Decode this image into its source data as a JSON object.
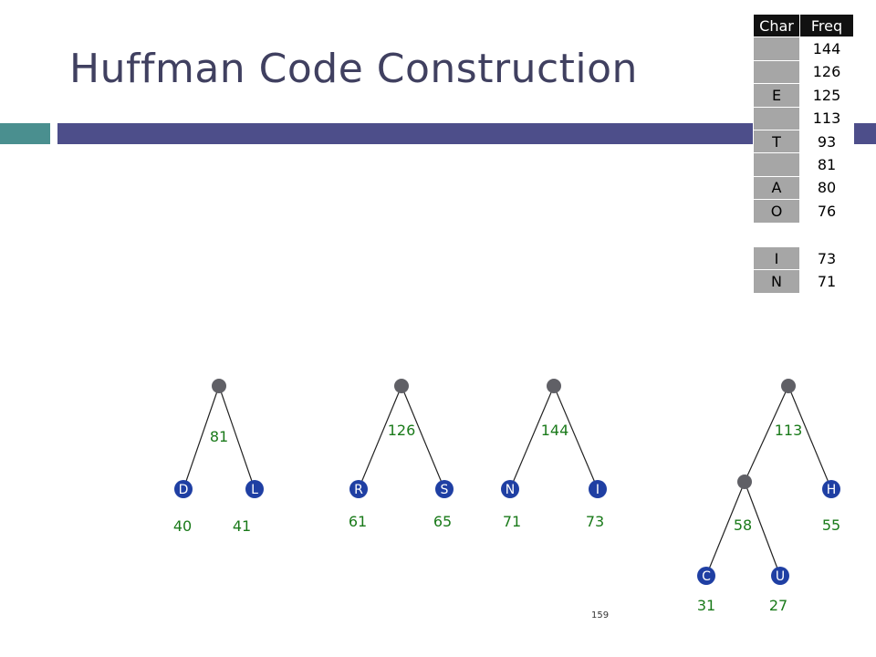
{
  "title": "Huffman Code Construction",
  "colors": {
    "accent_teal": "#4a8f8f",
    "accent_navy": "#4d4e8a",
    "leaf_blue": "#1f3fa3",
    "weight_green": "#1a7a1a"
  },
  "table": {
    "headers": [
      "Char",
      "Freq"
    ],
    "rows": [
      {
        "char": "",
        "freq": "144"
      },
      {
        "char": "",
        "freq": "126"
      },
      {
        "char": "E",
        "freq": "125"
      },
      {
        "char": "",
        "freq": "113"
      },
      {
        "char": "T",
        "freq": "93"
      },
      {
        "char": "",
        "freq": "81"
      },
      {
        "char": "A",
        "freq": "80"
      },
      {
        "char": "O",
        "freq": "76"
      }
    ],
    "rows2": [
      {
        "char": "I",
        "freq": "73"
      },
      {
        "char": "N",
        "freq": "71"
      }
    ]
  },
  "trees": {
    "t1": {
      "root": "81",
      "left": {
        "char": "D",
        "weight": "40"
      },
      "right": {
        "char": "L",
        "weight": "41"
      }
    },
    "t2": {
      "root": "126",
      "left": {
        "char": "R",
        "weight": "61"
      },
      "right": {
        "char": "S",
        "weight": "65"
      }
    },
    "t3": {
      "root": "144",
      "left": {
        "char": "N",
        "weight": "71"
      },
      "right": {
        "char": "I",
        "weight": "73"
      }
    },
    "t4": {
      "root": "113",
      "sub": "58",
      "left": {
        "char": "C",
        "weight": "31"
      },
      "mid": {
        "char": "U",
        "weight": "27"
      },
      "right": {
        "char": "H",
        "weight": "55"
      }
    }
  },
  "page_number": "159"
}
